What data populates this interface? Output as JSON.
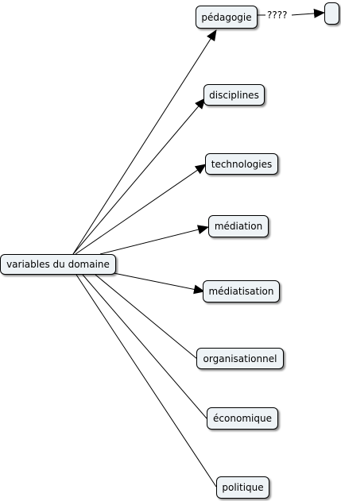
{
  "diagram": {
    "root": {
      "label": "variables du domaine"
    },
    "children": [
      {
        "label": "pédagogie"
      },
      {
        "label": "disciplines"
      },
      {
        "label": "technologies"
      },
      {
        "label": "médiation"
      },
      {
        "label": "médiatisation"
      },
      {
        "label": "organisationnel"
      },
      {
        "label": "économique"
      },
      {
        "label": "politique"
      }
    ],
    "extra_link": {
      "label": "????",
      "target_label": ""
    }
  }
}
